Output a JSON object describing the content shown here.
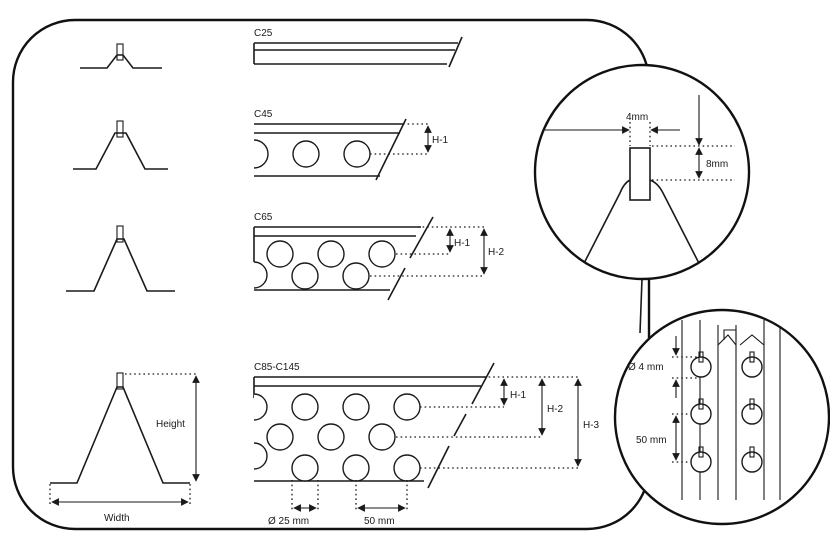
{
  "profiles": {
    "c25": {
      "label": "C25"
    },
    "c45": {
      "label": "C45",
      "h1": "H-1"
    },
    "c65": {
      "label": "C65",
      "h1": "H-1",
      "h2": "H-2"
    },
    "c85": {
      "label": "C85-C145",
      "h1": "H-1",
      "h2": "H-2",
      "h3": "H-3"
    }
  },
  "dimensions": {
    "height": "Height",
    "width": "Width",
    "hole_diameter": "Ø 25 mm",
    "hole_pitch": "50 mm"
  },
  "detail_top": {
    "gap": "4mm",
    "height": "8mm"
  },
  "detail_bottom": {
    "diameter": "Ø 4 mm",
    "pitch": "50 mm"
  },
  "colors": {
    "line": "#1a1a1a",
    "background": "#ffffff"
  }
}
